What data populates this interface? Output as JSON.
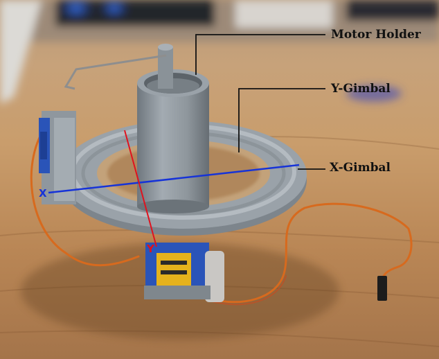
{
  "labels": {
    "motor_holder": "Motor Holder",
    "y_gimbal": "Y-Gimbal",
    "x_gimbal": "X-Gimbal"
  },
  "axes": {
    "x": "X",
    "y": "Y"
  },
  "colors": {
    "x_axis": "#1633d8",
    "y_axis": "#e0121e",
    "leader_line": "#111111",
    "plastic": "#8f979e",
    "servo_body": "#2a54b8",
    "servo_label": "#e5b21c"
  }
}
